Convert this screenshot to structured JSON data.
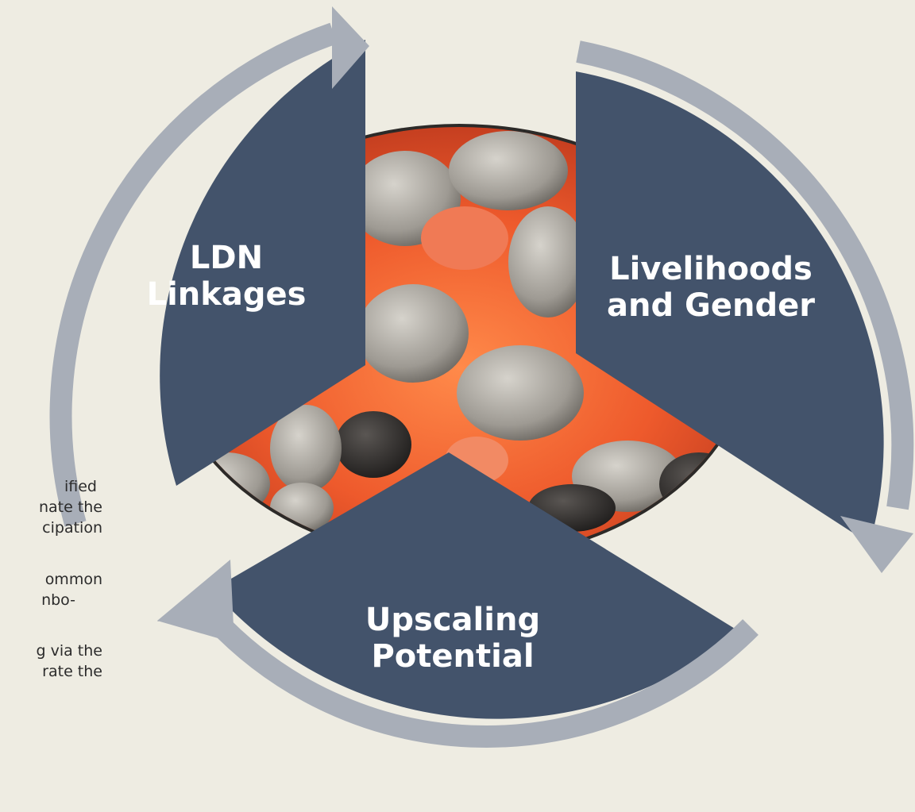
{
  "background_text": {
    "block1": [
      "ified",
      "nate the",
      "cipation"
    ],
    "block2": [
      "ommon",
      "nbo-"
    ],
    "block3": [
      "g via the",
      "rate the"
    ]
  },
  "segments": {
    "ldn": {
      "line1": "LDN",
      "line2": "Linkages"
    },
    "livelihoods": {
      "line1": "Livelihoods",
      "line2": "and Gender"
    },
    "upscaling": {
      "line1": "Upscaling",
      "line2": "Potential"
    }
  },
  "colors": {
    "background": "#eeece2",
    "segment_fill": "#43536b",
    "arrow": "#a8aeb8",
    "ember_glow": "#ef5a2a",
    "bowl_rim": "#2c2a28"
  },
  "icons": [
    "cycle-arrow-icon",
    "charcoal-bowl-image"
  ]
}
